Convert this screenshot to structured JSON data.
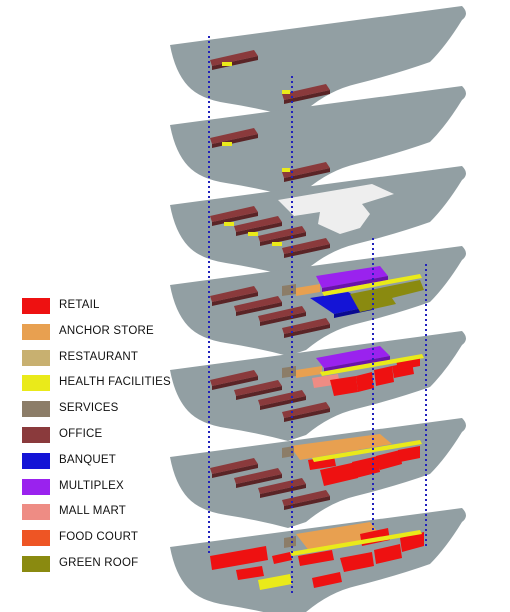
{
  "legend": [
    {
      "label": "RETAIL",
      "color": "#ee1111"
    },
    {
      "label": "ANCHOR STORE",
      "color": "#e8a050"
    },
    {
      "label": "RESTAURANT",
      "color": "#c8b070"
    },
    {
      "label": "HEALTH FACILITIES",
      "color": "#eaea1a"
    },
    {
      "label": "SERVICES",
      "color": "#8c7d68"
    },
    {
      "label": "OFFICE",
      "color": "#8a3a3c"
    },
    {
      "label": "BANQUET",
      "color": "#1414d6"
    },
    {
      "label": "MULTIPLEX",
      "color": "#9a22ee"
    },
    {
      "label": "MALL MART",
      "color": "#ee8c84"
    },
    {
      "label": "FOOD COURT",
      "color": "#ee5524"
    },
    {
      "label": "GREEN ROOF",
      "color": "#8a8a10"
    }
  ],
  "colors": {
    "floor_plate": "#929fa3",
    "connector_line": "#2222bb",
    "white_roof": "#eeeeee"
  }
}
